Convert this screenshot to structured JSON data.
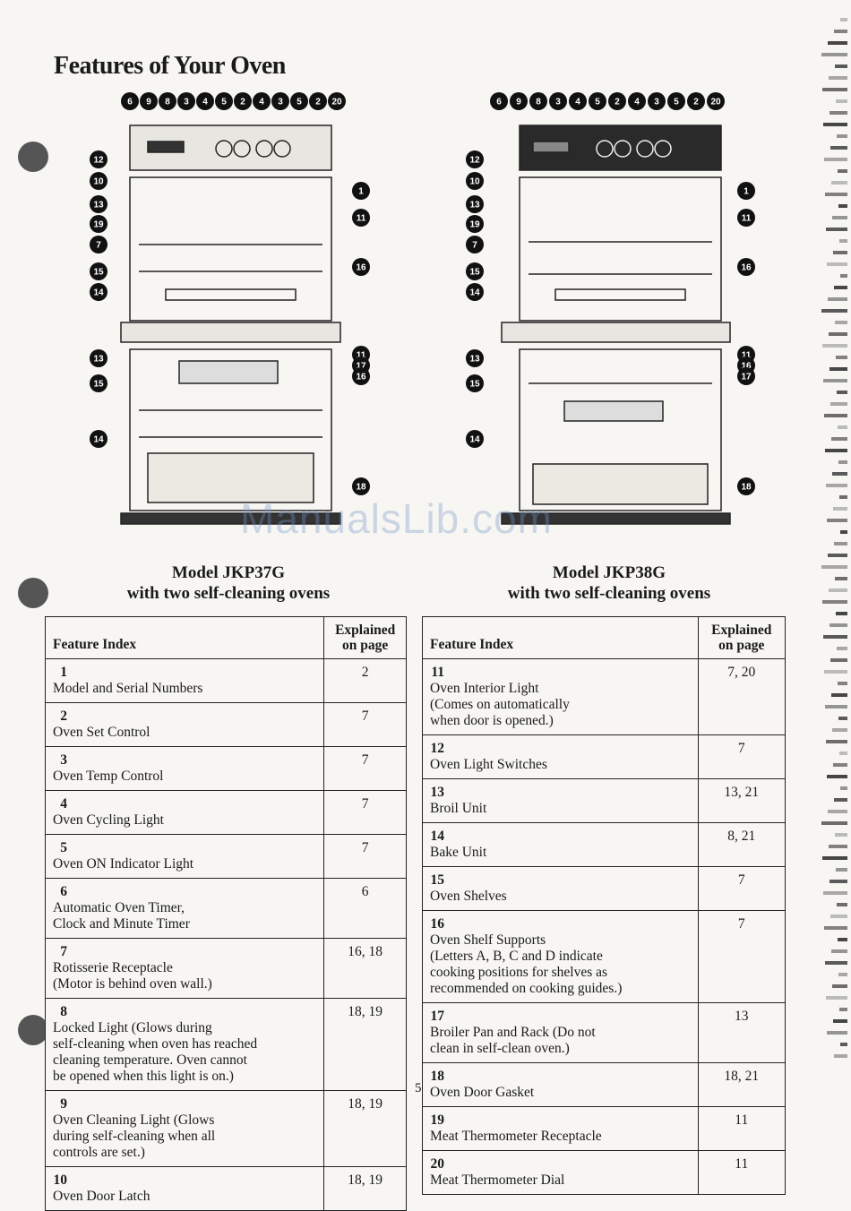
{
  "title": "Features of Your Oven",
  "watermark": "ManualsLib.com",
  "page_number": "5",
  "models": [
    {
      "model": "Model JKP37G",
      "subtitle": "with two self-cleaning ovens",
      "callouts_top": [
        "6",
        "9",
        "8",
        "3",
        "4",
        "5",
        "2",
        "4",
        "3",
        "5",
        "2",
        "20"
      ],
      "callouts_left": [
        "12",
        "10",
        "13",
        "19",
        "7",
        "15",
        "14",
        "13",
        "15",
        "14"
      ],
      "callouts_right": [
        "1",
        "11",
        "16",
        "11",
        "17",
        "16",
        "18"
      ]
    },
    {
      "model": "Model JKP38G",
      "subtitle": "with two self-cleaning ovens",
      "callouts_top": [
        "6",
        "9",
        "8",
        "3",
        "4",
        "5",
        "2",
        "4",
        "3",
        "5",
        "2",
        "20"
      ],
      "callouts_left": [
        "12",
        "10",
        "13",
        "19",
        "7",
        "15",
        "14",
        "13",
        "15",
        "14"
      ],
      "callouts_right": [
        "1",
        "11",
        "16",
        "11",
        "16",
        "17",
        "18"
      ]
    }
  ],
  "table_headers": {
    "feature": "Feature Index",
    "page_line1": "Explained",
    "page_line2": "on page"
  },
  "left_table": [
    {
      "num": "1",
      "lines": [
        "Model and Serial Numbers"
      ],
      "page": "2"
    },
    {
      "num": "2",
      "lines": [
        "Oven Set Control"
      ],
      "page": "7"
    },
    {
      "num": "3",
      "lines": [
        "Oven Temp Control"
      ],
      "page": "7"
    },
    {
      "num": "4",
      "lines": [
        "Oven Cycling Light"
      ],
      "page": "7"
    },
    {
      "num": "5",
      "lines": [
        "Oven ON Indicator Light"
      ],
      "page": "7"
    },
    {
      "num": "6",
      "lines": [
        "Automatic Oven Timer,",
        "Clock and Minute Timer"
      ],
      "page": "6"
    },
    {
      "num": "7",
      "lines": [
        "Rotisserie Receptacle",
        "(Motor is behind oven wall.)"
      ],
      "page": "16, 18"
    },
    {
      "num": "8",
      "lines": [
        "Locked Light (Glows during",
        "self-cleaning when oven has reached",
        "cleaning temperature. Oven cannot",
        "be opened when this light is on.)"
      ],
      "page": "18, 19"
    },
    {
      "num": "9",
      "lines": [
        "Oven Cleaning Light (Glows",
        "during self-cleaning when all",
        "controls are set.)"
      ],
      "page": "18, 19"
    },
    {
      "num": "10",
      "lines": [
        "Oven Door Latch"
      ],
      "page": "18, 19"
    }
  ],
  "right_table": [
    {
      "num": "11",
      "lines": [
        "Oven Interior Light",
        "(Comes on automatically",
        "when door is opened.)"
      ],
      "page": "7, 20"
    },
    {
      "num": "12",
      "lines": [
        "Oven Light Switches"
      ],
      "page": "7"
    },
    {
      "num": "13",
      "lines": [
        "Broil Unit"
      ],
      "page": "13, 21"
    },
    {
      "num": "14",
      "lines": [
        "Bake Unit"
      ],
      "page": "8, 21"
    },
    {
      "num": "15",
      "lines": [
        "Oven Shelves"
      ],
      "page": "7"
    },
    {
      "num": "16",
      "lines": [
        "Oven Shelf Supports",
        "(Letters A, B, C and D indicate",
        "cooking positions for shelves as",
        "recommended on cooking guides.)"
      ],
      "page": "7"
    },
    {
      "num": "17",
      "lines": [
        "Broiler Pan and Rack (Do not",
        "clean in self-clean oven.)"
      ],
      "page": "13"
    },
    {
      "num": "18",
      "lines": [
        "Oven Door Gasket"
      ],
      "page": "18, 21"
    },
    {
      "num": "19",
      "lines": [
        "Meat Thermometer Receptacle"
      ],
      "page": "11"
    },
    {
      "num": "20",
      "lines": [
        "Meat Thermometer Dial"
      ],
      "page": "11"
    }
  ]
}
